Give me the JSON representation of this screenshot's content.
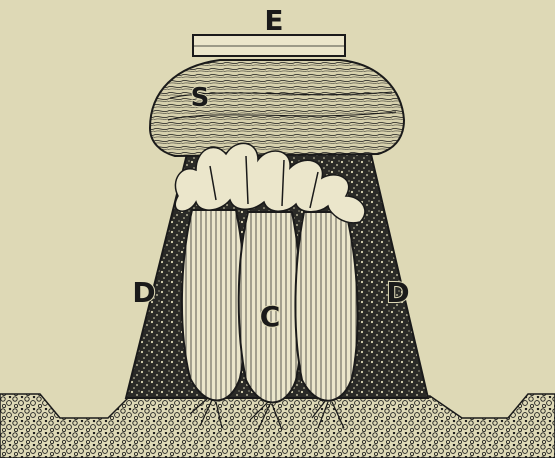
{
  "labels": {
    "board": "E",
    "soil_cap": "S",
    "bank_left": "D",
    "celery": "C",
    "bank_right": "D"
  },
  "colors": {
    "paper": "#ded9b6",
    "ink": "#1a1a1a",
    "soil_light": "#cfc9a4",
    "stalk": "#e8e3c6"
  }
}
